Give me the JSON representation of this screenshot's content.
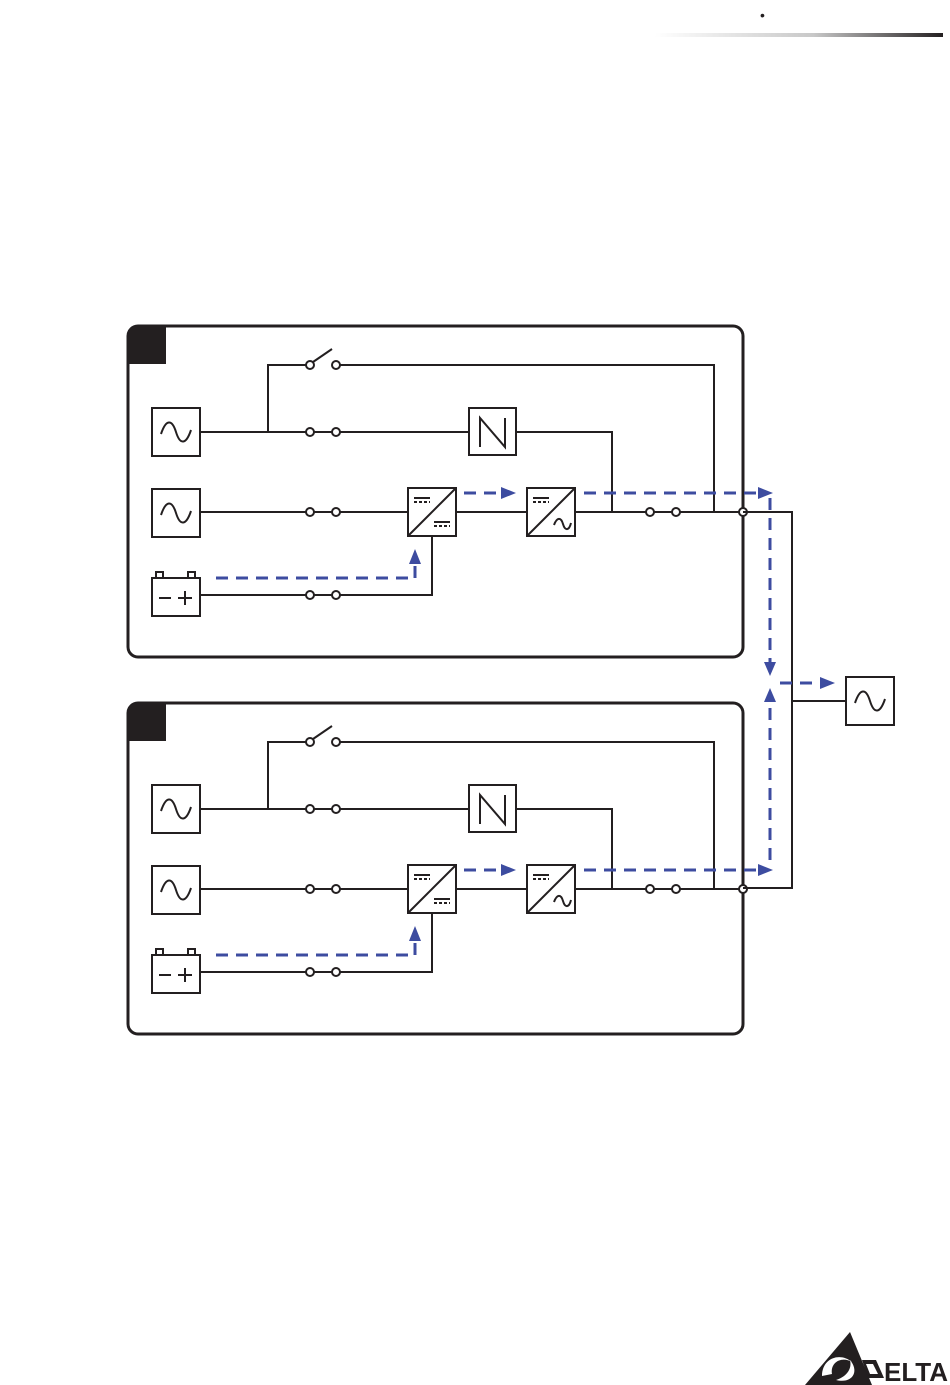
{
  "header": {
    "bullet": "•"
  },
  "diagram": {
    "units": [
      {
        "id": "unit-1",
        "label": ""
      },
      {
        "id": "unit-2",
        "label": ""
      }
    ],
    "colors": {
      "wire": "#231f20",
      "flow": "#3d4ca0",
      "header_gradient_end": "#231f20"
    },
    "icons": [
      "ac-source-icon",
      "battery-icon",
      "rectifier-icon",
      "inverter-icon",
      "static-switch-icon",
      "breaker-switch-icon",
      "load-icon"
    ]
  },
  "footer": {
    "logo_text": "ELTA"
  }
}
